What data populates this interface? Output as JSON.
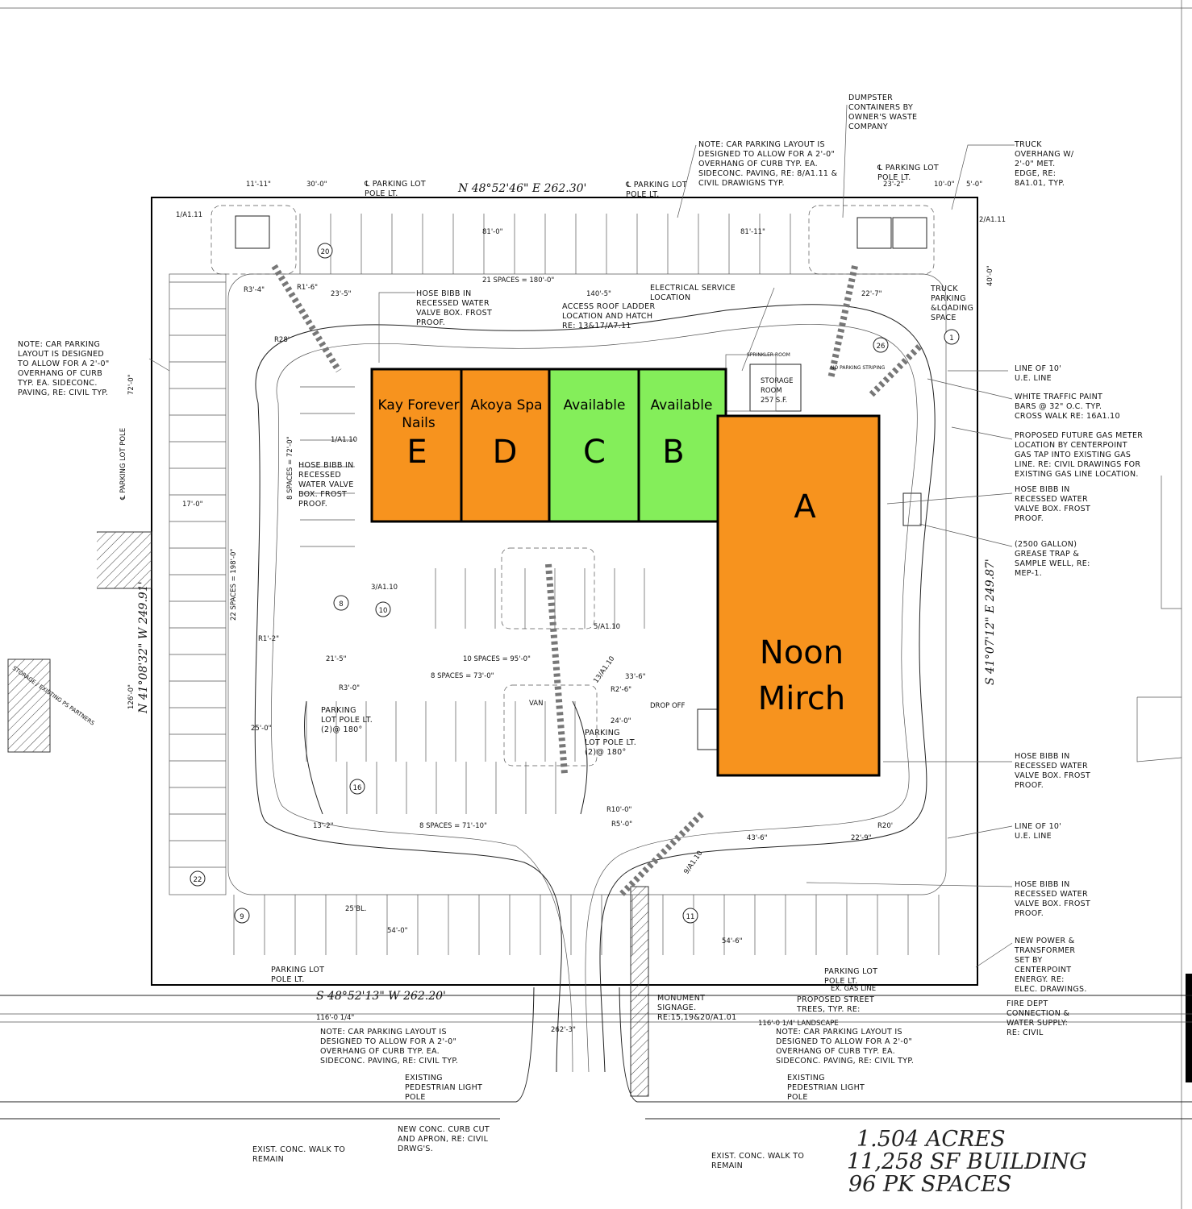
{
  "tenants": [
    {
      "letter": "E",
      "name_line1": "Kay Forever",
      "name_line2": "Nails",
      "status": "leased",
      "color": "#f7931e"
    },
    {
      "letter": "D",
      "name_line1": "Akoya Spa",
      "name_line2": "",
      "status": "leased",
      "color": "#f7931e"
    },
    {
      "letter": "C",
      "name_line1": "Available",
      "name_line2": "",
      "status": "available",
      "color": "#84ee5a"
    },
    {
      "letter": "B",
      "name_line1": "Available",
      "name_line2": "",
      "status": "available",
      "color": "#84ee5a"
    },
    {
      "letter": "A",
      "name_line1": "Noon",
      "name_line2": "Mirch",
      "status": "leased",
      "color": "#f7931e"
    }
  ],
  "storage": {
    "line1": "STORAGE",
    "line2": "ROOM",
    "line3": "257 S.F."
  },
  "bearings": {
    "north": "N 48°52'46\" E  262.30'",
    "south": "S 48°52'13\" W 262.20'",
    "west": "N 41°08'32\" W  249.91'",
    "east": "S 41°07'12\" E  249.87'"
  },
  "summary": {
    "acres": "1.504  ACRES",
    "building": "11,258  SF  BUILDING",
    "spaces": "96  PK  SPACES"
  },
  "notes": {
    "top_note": [
      "NOTE: CAR PARKING LAYOUT IS",
      "DESIGNED TO ALLOW FOR A 2'-0\"",
      "OVERHANG OF CURB TYP. EA.",
      "SIDECONC. PAVING, RE: 8/A1.11 &",
      "CIVIL DRAWIGNS TYP."
    ],
    "dumpster": [
      "DUMPSTER",
      "CONTAINERS BY",
      "OWNER'S WASTE",
      "COMPANY"
    ],
    "truck_overhang": [
      "TRUCK",
      "OVERHANG W/",
      "2'-0\" MET.",
      "EDGE, RE:",
      "8A1.01, TYP."
    ],
    "left_note": [
      "NOTE: CAR PARKING",
      "LAYOUT IS DESIGNED",
      "TO ALLOW FOR A 2'-0\"",
      "OVERHANG OF CURB",
      "TYP. EA. SIDECONC.",
      "PAVING, RE: CIVIL TYP."
    ],
    "ue_line_1": [
      "LINE OF 10'",
      "U.E. LINE"
    ],
    "traffic_paint": [
      "WHITE TRAFFIC PAINT",
      "BARS @ 32\" O.C. TYP.",
      "CROSS WALK RE: 16A1.10"
    ],
    "gas_meter": [
      "PROPOSED FUTURE GAS METER",
      "LOCATION BY CENTERPOINT",
      "GAS TAP INTO EXISTING GAS",
      "LINE. RE: CIVIL DRAWINGS FOR",
      "EXISTING GAS LINE LOCATION."
    ],
    "hose_bibb_r1": [
      "HOSE BIBB IN",
      "RECESSED WATER",
      "VALVE BOX. FROST",
      "PROOF."
    ],
    "grease_trap": [
      "(2500 GALLON)",
      "GREASE TRAP &",
      "SAMPLE WELL, RE:",
      "MEP-1."
    ],
    "hose_bibb_r2": [
      "HOSE BIBB IN",
      "RECESSED WATER",
      "VALVE BOX. FROST",
      "PROOF."
    ],
    "ue_line_2": [
      "LINE OF 10'",
      "U.E. LINE"
    ],
    "hose_bibb_r3": [
      "HOSE BIBB IN",
      "RECESSED WATER",
      "VALVE BOX. FROST",
      "PROOF."
    ],
    "transformer": [
      "NEW POWER &",
      "TRANSFORMER",
      "SET BY",
      "CENTERPOINT",
      "ENERGY. RE:",
      "ELEC. DRAWINGS."
    ],
    "fire_dept": [
      "FIRE DEPT",
      "CONNECTION &",
      "WATER SUPPLY:",
      "RE:  CIVIL"
    ],
    "hose_bibb_top": [
      "HOSE BIBB IN",
      "RECESSED WATER",
      "VALVE BOX. FROST",
      "PROOF."
    ],
    "roof_ladder": [
      "ACCESS ROOF LADDER",
      "LOCATION AND HATCH",
      "RE: 13&17/A7.11"
    ],
    "electrical": [
      "ELECTRICAL SERVICE",
      "LOCATION"
    ],
    "hose_bibb_left": [
      "HOSE BIBB IN",
      "RECESSED",
      "WATER VALVE",
      "BOX. FROST",
      "PROOF."
    ],
    "truck_parking": [
      "TRUCK",
      "PARKING",
      "&LOADING",
      "SPACE"
    ],
    "bottom_note_l": [
      "NOTE: CAR PARKING LAYOUT IS",
      "DESIGNED TO ALLOW FOR A 2'-0\"",
      "OVERHANG OF CURB TYP. EA.",
      "SIDECONC. PAVING, RE: CIVIL TYP."
    ],
    "bottom_note_r": [
      "NOTE: CAR PARKING LAYOUT IS",
      "DESIGNED TO ALLOW FOR A 2'-0\"",
      "OVERHANG OF CURB TYP. EA.",
      "SIDECONC. PAVING, RE: CIVIL TYP."
    ],
    "ped_light_l": [
      "EXISTING",
      "PEDESTRIAN LIGHT",
      "POLE"
    ],
    "ped_light_r": [
      "EXISTING",
      "PEDESTRIAN LIGHT",
      "POLE"
    ],
    "curb_cut": [
      "NEW CONC. CURB CUT",
      "AND APRON, RE: CIVIL",
      "DRWG'S."
    ],
    "walk_l": [
      "EXIST. CONC. WALK TO",
      "REMAIN"
    ],
    "walk_r": [
      "EXIST. CONC. WALK TO",
      "REMAIN"
    ],
    "monument": [
      "MONUMENT",
      "SIGNAGE.",
      "RE:15,19&20/A1.01"
    ],
    "street_trees": [
      "PROPOSED STREET",
      "TREES, TYP. RE:"
    ],
    "pole_lt_tl": [
      "℄ PARKING LOT",
      "POLE LT."
    ],
    "pole_lt_tm": [
      "℄ PARKING LOT",
      "POLE LT."
    ],
    "pole_lt_tr": [
      "℄ PARKING LOT",
      "POLE LT."
    ],
    "pole_lt_c1": [
      "PARKING",
      "LOT POLE LT.",
      "(2)@ 180°"
    ],
    "pole_lt_c2": [
      "PARKING",
      "LOT POLE LT.",
      "(2)@ 180°"
    ],
    "pole_lt_b": [
      "PARKING LOT",
      "POLE LT."
    ],
    "pole_lt_b2": [
      "PARKING LOT",
      "POLE LT."
    ],
    "sprinkler": "SPRINKLER ROOM",
    "no_parking": "NO PARKING STRIPING",
    "drop_off": "DROP OFF",
    "van": "VAN",
    "ex_gas": "EX. GAS LINE",
    "landscape": "116'-0 1/4' LANDSCAPE",
    "left_pole": "℄ PARKING LOT POLE",
    "storage_hatch": "STORAGE / EXISTING PS PARTNERS"
  },
  "dims": {
    "d1": "30'-0\"",
    "d2": "11'-11\"",
    "d3": "81'-0\"",
    "d4": "81'-11\"",
    "d5": "23'-2\"",
    "d6": "10'-0\"",
    "d7": "5'-0\"",
    "d8": "21 SPACES = 180'-0\"",
    "d9": "140'-5\"",
    "d10": "23'-5\"",
    "d11": "22'-7\"",
    "d12": "8 SPACES = 72'-0\"",
    "d13": "22 SPACES = 198'-0\"",
    "d14": "10 SPACES = 95'-0\"",
    "d15": "8 SPACES = 73'-0\"",
    "d16": "8 SPACES = 71'-10\"",
    "d17": "33'-6\"",
    "d18": "24'-0\"",
    "d19": "43'-6\"",
    "d20": "22'-9\"",
    "d21": "54'-0\"",
    "d22": "54'-6\"",
    "d23": "116'-0 1/4\"",
    "d24": "262'-3\"",
    "d25": "72'-0\"",
    "d26": "126'-0\"",
    "d27": "17'-0\"",
    "d28": "25'-0\"",
    "d29": "21'-5\"",
    "d30": "13'-2\"",
    "d31": "40'-0\"",
    "d32": "R28'",
    "d33": "R3'-4\"",
    "d34": "R1'-6\"",
    "d35": "R20'",
    "d36": "R10'-0\"",
    "d37": "R5'-0\"",
    "d38": "R3'-0\"",
    "d39": "R2'-6\"",
    "d40": "R1'-2\"",
    "d41": "25'BL.",
    "s1": "1/A1.11",
    "s2": "2/A1.11",
    "s3": "1/A1.10",
    "s4": "3/A1.10",
    "s5": "5/A1.10",
    "s6": "13/A1.10",
    "s7": "9/A1.10"
  },
  "counts": [
    "20",
    "8",
    "10",
    "16",
    "22",
    "9",
    "11",
    "1",
    "26"
  ]
}
